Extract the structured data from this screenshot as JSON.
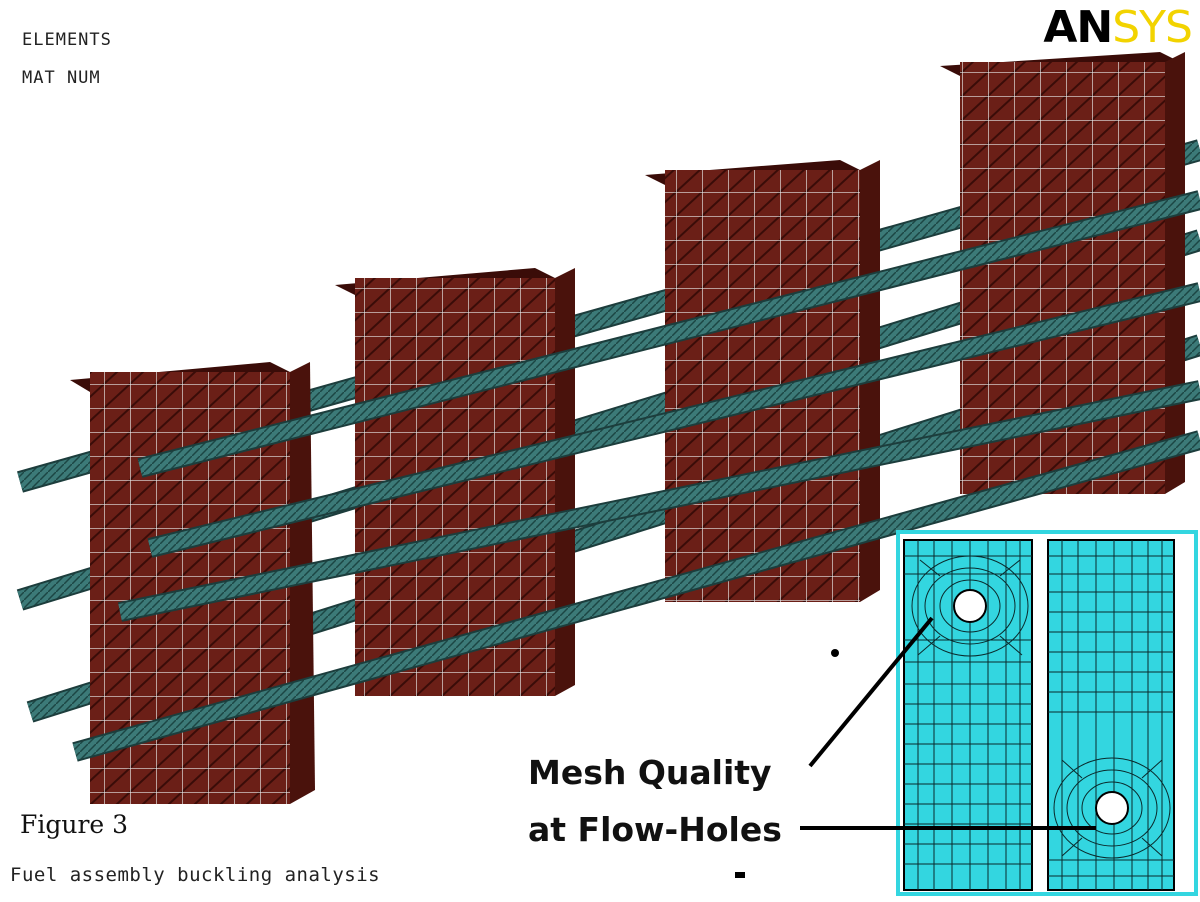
{
  "header": {
    "line1": "ELEMENTS",
    "line2": "MAT NUM"
  },
  "logo": {
    "part1": "AN",
    "part2": "SYS"
  },
  "figure_label": "Figure 3",
  "caption": "Fuel assembly  buckling analysis",
  "callout": {
    "line1": "Mesh Quality",
    "line2": "at Flow-Holes"
  },
  "colors": {
    "grid_plate": "#6b1f17",
    "fuel_rod": "#3c7a78",
    "inset_fill": "#33d6e0",
    "logo_yellow": "#f2d300"
  }
}
